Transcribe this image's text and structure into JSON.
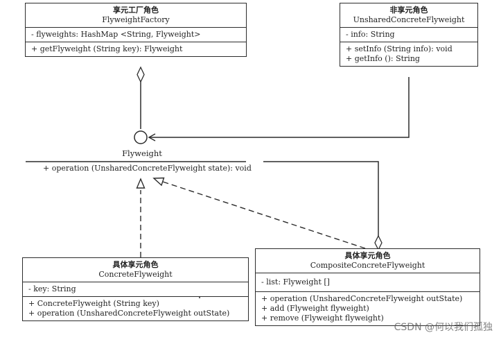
{
  "factory": {
    "role": "享元工厂角色",
    "name": "FlyweightFactory",
    "attributes": [
      "- flyweights: HashMap <String, Flyweight>"
    ],
    "methods": [
      "+ getFlyweight (String key): Flyweight"
    ]
  },
  "unshared": {
    "role": "非享元角色",
    "name": "UnsharedConcreteFlyweight",
    "attributes": [
      "- info: String"
    ],
    "methods": [
      "+ setInfo (String info): void",
      "+ getInfo (): String"
    ]
  },
  "flyweight": {
    "name": "Flyweight",
    "operation": "+ operation (UnsharedConcreteFlyweight state): void"
  },
  "concrete": {
    "role": "具体享元角色",
    "name": "ConcreteFlyweight",
    "attributes": [
      "- key: String"
    ],
    "methods": [
      "+ ConcreteFlyweight (String key)",
      "+ operation (UnsharedConcreteFlyweight outState)"
    ]
  },
  "composite": {
    "role": "具体享元角色",
    "name": "CompositeConcreteFlyweight",
    "attributes": [
      "- list: Flyweight []"
    ],
    "methods": [
      "+ operation (UnsharedConcreteFlyweight outState)",
      "+ add (Flyweight flyweight)",
      "+ remove (Flyweight flyweight)"
    ]
  },
  "watermark": "CSDN @何以我们孤独",
  "colors": {
    "line": "#2b2b2b",
    "background": "#ffffff"
  }
}
